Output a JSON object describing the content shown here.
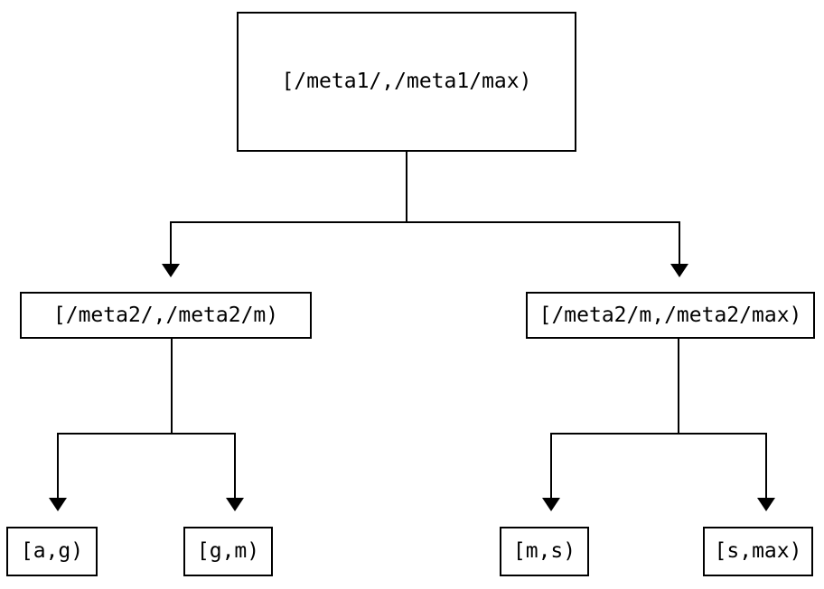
{
  "colors": {
    "line": "#000000",
    "background": "#ffffff",
    "text": "#000000"
  },
  "tree": {
    "root": {
      "label": "[/meta1/,/meta1/max)",
      "children": [
        {
          "label": "[/meta2/,/meta2/m)",
          "children": [
            {
              "label": "[a,g)"
            },
            {
              "label": "[g,m)"
            }
          ]
        },
        {
          "label": "[/meta2/m,/meta2/max)",
          "children": [
            {
              "label": "[m,s)"
            },
            {
              "label": "[s,max)"
            }
          ]
        }
      ]
    }
  }
}
